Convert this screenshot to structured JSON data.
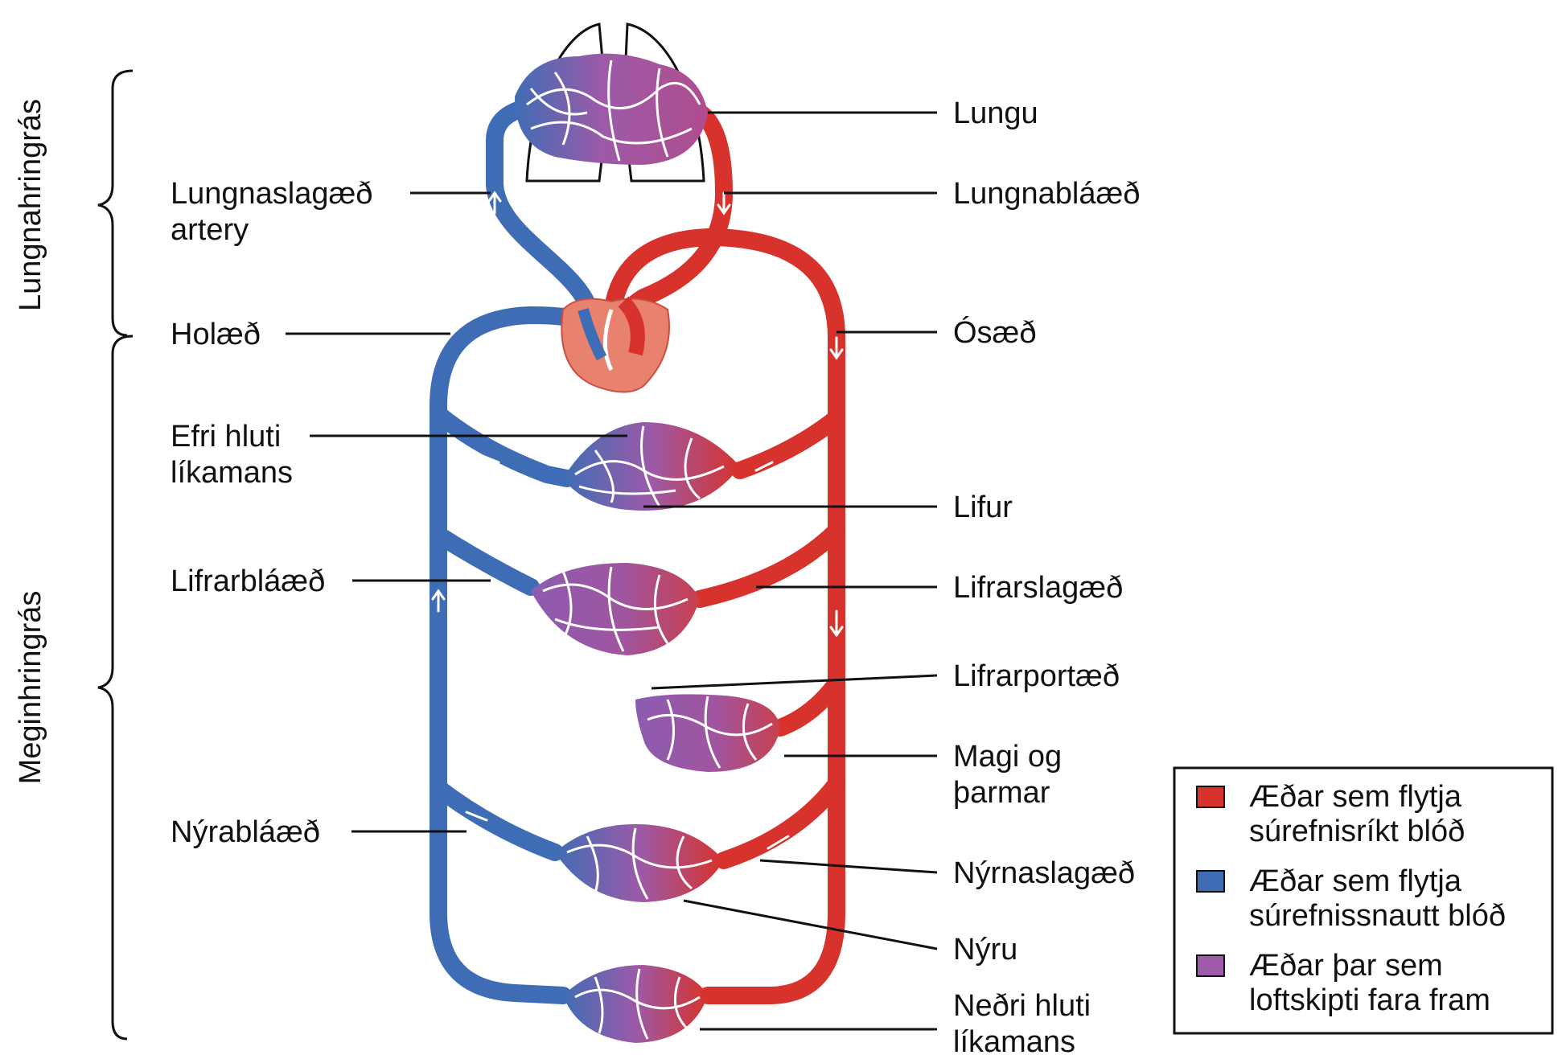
{
  "colors": {
    "oxygenated": "#d7322b",
    "deoxygenated": "#3f6db5",
    "exchange": "#9c5aa8",
    "heart": "#e8826e"
  },
  "brackets": {
    "pulmonary": "Lungnahringrás",
    "systemic": "Meginhringrás"
  },
  "labels_left": {
    "pulmonary_artery_line1": "Lungnaslagæð",
    "pulmonary_artery_line2": "artery",
    "vena_cava": "Holæð",
    "upper_body_line1": "Efri hluti",
    "upper_body_line2": "líkamans",
    "hepatic_vein": "Lifrarbláæð",
    "renal_vein": "Nýrabláæð"
  },
  "labels_right": {
    "lungs": "Lungu",
    "pulmonary_vein": "Lungnabláæð",
    "aorta": "Ósæð",
    "liver": "Lifur",
    "hepatic_artery": "Lifrarslagæð",
    "hepatic_portal_vein": "Lifrarportæð",
    "stomach_line1": "Magi og",
    "stomach_line2": "þarmar",
    "renal_artery": "Nýrnaslagæð",
    "kidneys": "Nýru",
    "lower_body_line1": "Neðri hluti",
    "lower_body_line2": "líkamans"
  },
  "legend": {
    "oxygenated_line1": "Æðar sem flytja",
    "oxygenated_line2": "súrefnisríkt blóð",
    "deoxygenated_line1": "Æðar sem flytja",
    "deoxygenated_line2": "súrefnissnautt blóð",
    "exchange_line1": "Æðar þar sem",
    "exchange_line2": "loftskipti fara fram"
  }
}
